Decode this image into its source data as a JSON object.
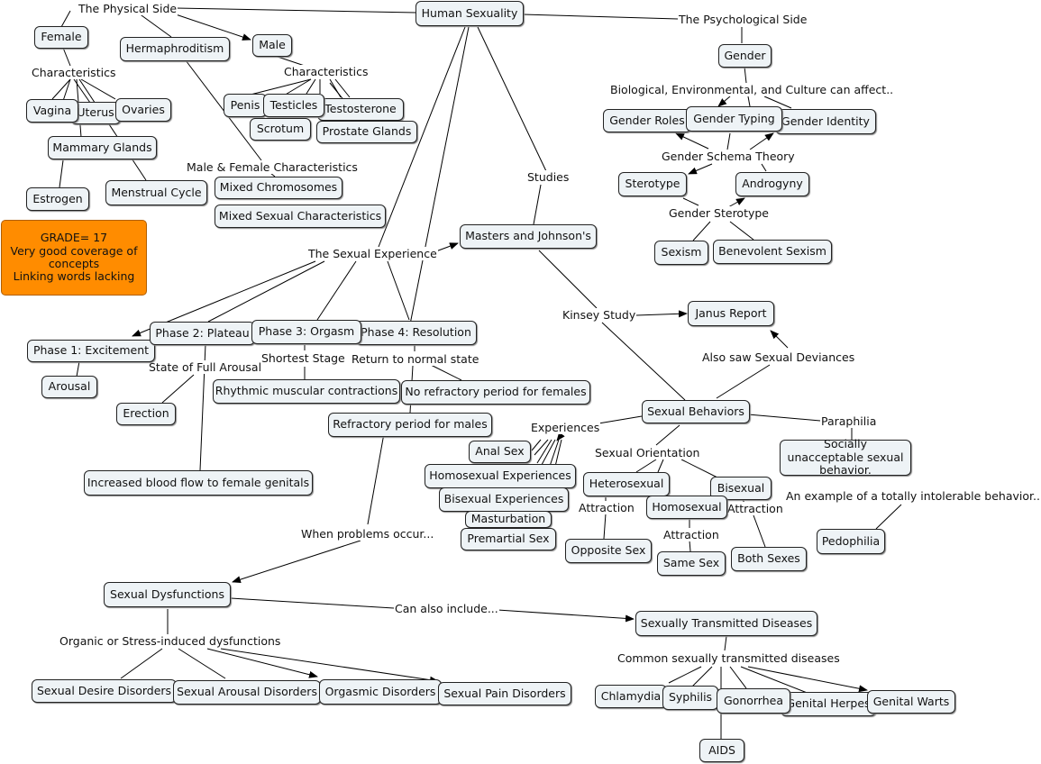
{
  "concepts": {
    "human_sexuality": "Human Sexuality",
    "female": "Female",
    "hermaphroditism": "Hermaphroditism",
    "male": "Male",
    "vagina": "Vagina",
    "uterus": "Uterus",
    "ovaries": "Ovaries",
    "mammary_glands": "Mammary Glands",
    "estrogen": "Estrogen",
    "menstrual_cycle": "Menstrual Cycle",
    "penis": "Penis",
    "testicles": "Testicles",
    "testosterone": "Testosterone",
    "scrotum": "Scrotum",
    "prostate_glands": "Prostate Glands",
    "mixed_chromosomes": "Mixed Chromosomes",
    "mixed_sexual_characteristics": "Mixed Sexual Characteristics",
    "gender": "Gender",
    "gender_roles": "Gender Roles",
    "gender_typing": "Gender Typing",
    "gender_identity": "Gender Identity",
    "sterotype": "Sterotype",
    "androgyny": "Androgyny",
    "sexism": "Sexism",
    "benevolent_sexism": "Benevolent Sexism",
    "masters_johnsons": "Masters and Johnson's",
    "janus_report": "Janus Report",
    "phase1": "Phase 1: Excitement",
    "phase2": "Phase 2: Plateau",
    "phase3": "Phase 3: Orgasm",
    "phase4": "Phase 4: Resolution",
    "arousal": "Arousal",
    "erection": "Erection",
    "increased_blood_flow": "Increased blood flow to female genitals",
    "rhythmic": "Rhythmic muscular contractions",
    "no_refractory": "No refractory period for females",
    "refractory_males": "Refractory period for males",
    "sexual_behaviors": "Sexual Behaviors",
    "socially_unacceptable": "Socially unacceptable sexual behavior.",
    "pedophilia": "Pedophilia",
    "anal_sex": "Anal Sex",
    "homosexual_experiences": "Homosexual Experiences",
    "bisexual_experiences": "Bisexual Experiences",
    "masturbation": "Masturbation",
    "premartial_sex": "Premartial Sex",
    "heterosexual": "Heterosexual",
    "homosexual": "Homosexual",
    "bisexual": "Bisexual",
    "opposite_sex": "Opposite Sex",
    "same_sex": "Same Sex",
    "both_sexes": "Both Sexes",
    "sexual_dysfunctions": "Sexual Dysfunctions",
    "desire_disorders": "Sexual Desire Disorders",
    "arousal_disorders": "Sexual Arousal Disorders",
    "orgasmic_disorders": "Orgasmic Disorders",
    "pain_disorders": "Sexual Pain Disorders",
    "stds": "Sexually Transmitted Diseases",
    "chlamydia": "Chlamydia",
    "syphilis": "Syphilis",
    "gonorrhea": "Gonorrhea",
    "genital_herpes": "Genital Herpes",
    "genital_warts": "Genital Warts",
    "aids": "AIDS"
  },
  "grade_note": {
    "line1": "GRADE= 17",
    "line2": "Very good coverage of concepts",
    "line3": "Linking words lacking",
    "color": "#ff8c00"
  },
  "links": {
    "physical_side": "The Physical Side",
    "psychological_side": "The Psychological Side",
    "characteristics_female": "Characteristics",
    "characteristics_male": "Characteristics",
    "male_female_characteristics": "Male & Female Characteristics",
    "bio_env_culture": "Biological, Environmental, and Culture can affect..",
    "gender_schema_theory": "Gender Schema Theory",
    "gender_sterotype": "Gender Sterotype",
    "studies": "Studies",
    "sexual_experience": "The Sexual Experience",
    "kinsey_study": "Kinsey Study",
    "also_saw": "Also saw Sexual Deviances",
    "state_full_arousal": "State of Full Arousal",
    "shortest_stage": "Shortest Stage",
    "return_normal": "Return to normal state",
    "experiences": "Experiences",
    "paraphilia": "Paraphilia",
    "sexual_orientation": "Sexual Orientation",
    "intolerable": "An example of a totally intolerable behavior...",
    "attraction1": "Attraction",
    "attraction2": "Attraction",
    "attraction3": "Attraction",
    "when_problems": "When problems occur...",
    "can_also_include": "Can also include...",
    "organic_stress": "Organic or Stress-induced dysfunctions",
    "common_stds": "Common sexually transmitted diseases"
  },
  "colors": {
    "node_fill": "#eef3f6",
    "line": "#000000",
    "note": "#ff8c00"
  }
}
